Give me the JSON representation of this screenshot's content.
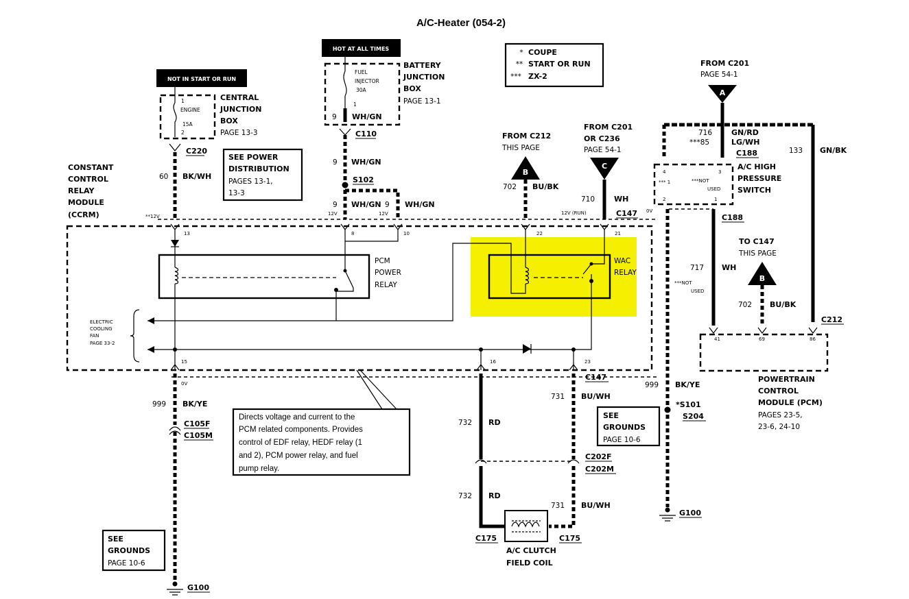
{
  "title": "A/C-Heater (054-2)",
  "legend": {
    "lines": [
      {
        "sym": "*",
        "text": "COUPE"
      },
      {
        "sym": "**",
        "text": "START OR RUN"
      },
      {
        "sym": "***",
        "text": "ZX-2"
      }
    ]
  },
  "power_tags": {
    "not_in_start_or_run": "NOT IN START OR RUN",
    "hot_at_all_times": "HOT AT ALL TIMES"
  },
  "central_junction_box": {
    "label_lines": [
      "CENTRAL",
      "JUNCTION",
      "BOX"
    ],
    "page": "PAGE 13-3",
    "fuse_pin1": "1",
    "fuse_name": "ENGINE",
    "fuse_amp": "15A",
    "fuse_pin2": "2",
    "connector": "C220"
  },
  "battery_junction_box": {
    "label_lines": [
      "BATTERY",
      "JUNCTION",
      "BOX"
    ],
    "page": "PAGE 13-1",
    "fuse_lines": [
      "FUEL",
      "INJECTOR",
      "30A"
    ],
    "fuse_pin": "1",
    "circuit": "9",
    "color": "WH/GN",
    "connector": "C110"
  },
  "see_power_distribution": {
    "title_lines": [
      "SEE POWER",
      "DISTRIBUTION"
    ],
    "pages_lines": [
      "PAGES 13-1,",
      "13-3"
    ]
  },
  "ccrm": {
    "label_lines": [
      "CONSTANT",
      "CONTROL",
      "RELAY",
      "MODULE",
      "(CCRM)"
    ],
    "voltage_left": "**12V",
    "pcm_relay_lines": [
      "PCM",
      "POWER",
      "RELAY"
    ],
    "wac_relay_lines": [
      "WAC",
      "RELAY"
    ],
    "fan_lines": [
      "ELECTRIC",
      "COOLING",
      "FAN",
      "PAGE 33-2"
    ],
    "pins": {
      "p13": "13",
      "p8": "8",
      "p10": "10",
      "p22": "22",
      "p21": "21",
      "p15": "15",
      "p16": "16",
      "p23": "23"
    }
  },
  "wires": {
    "w60": {
      "circuit": "60",
      "color": "BK/WH"
    },
    "w9a": {
      "circuit": "9",
      "color": "WH/GN"
    },
    "s102": "S102",
    "w9b": {
      "circuit": "9",
      "color": "WH/GN"
    },
    "w9c": {
      "circuit": "9",
      "color": "WH/GN"
    },
    "v12a": "12V",
    "v12b": "12V",
    "w702": {
      "circuit": "702",
      "color": "BU/BK"
    },
    "w710": {
      "circuit": "710",
      "color": "WH",
      "voltage": "12V (RUN)"
    },
    "c147_top": "C147",
    "w999": {
      "circuit": "999",
      "color": "BK/YE",
      "voltage": "0V"
    },
    "w732a": {
      "circuit": "732",
      "color": "RD"
    },
    "w731a": {
      "circuit": "731",
      "color": "BU/WH"
    },
    "w732b": {
      "circuit": "732",
      "color": "RD"
    },
    "w731b": {
      "circuit": "731",
      "color": "BU/WH"
    },
    "c147_bottom": "C147",
    "c105f": "C105F",
    "c105m": "C105M",
    "c202f": "C202F",
    "c202m": "C202M",
    "c175a": "C175",
    "c175b": "C175",
    "g100a": "G100",
    "g100b": "G100"
  },
  "from_c212": {
    "lines": [
      "FROM C212",
      "THIS PAGE"
    ],
    "marker": "B"
  },
  "from_c201_c236": {
    "lines": [
      "FROM C201",
      "OR C236",
      "PAGE 54-1"
    ],
    "marker": "C"
  },
  "from_c201": {
    "lines": [
      "FROM C201",
      "PAGE 54-1"
    ],
    "marker": "A"
  },
  "ac_switch": {
    "label_lines": [
      "A/C HIGH",
      "PRESSURE",
      "SWITCH"
    ],
    "connector": "C188",
    "w716": "716",
    "w716_note": "***85",
    "gnrd": "GN/RD",
    "lgwh": "LG/WH",
    "w133": "133",
    "gnbk": "GN/BK",
    "pin4": "4",
    "pin3": "3",
    "pin2": "2",
    "pin1": "1",
    "star1": "*** 1",
    "not_used": "***NOT",
    "used": "USED",
    "v0": "0V"
  },
  "right_side": {
    "c188": "C188",
    "w717": {
      "circuit": "717",
      "color": "WH"
    },
    "not_used_lines": [
      "***NOT",
      "USED"
    ],
    "to_c147_lines": [
      "TO C147",
      "THIS PAGE"
    ],
    "marker": "B",
    "w702": {
      "circuit": "702",
      "color": "BU/BK"
    },
    "c212": "C212",
    "w999": {
      "circuit": "999",
      "color": "BK/YE"
    },
    "s101": "*S101",
    "s204": "S204",
    "pcm_pins": [
      "41",
      "69",
      "86"
    ]
  },
  "pcm": {
    "label_lines": [
      "POWERTRAIN",
      "CONTROL",
      "MODULE (PCM)"
    ],
    "pages_lines": [
      "PAGES 23-5,",
      "23-6, 24-10"
    ]
  },
  "see_grounds_mid": {
    "lines": [
      "SEE",
      "GROUNDS"
    ],
    "page": "PAGE 10-6"
  },
  "see_grounds_left": {
    "lines": [
      "SEE",
      "GROUNDS"
    ],
    "page": "PAGE 10-6"
  },
  "callout_lines": [
    "Directs voltage and current to the",
    "PCM related components.  Provides",
    "control of EDF relay, HEDF relay (1",
    "and 2), PCM power relay, and fuel",
    "pump relay."
  ],
  "clutch": {
    "label_lines": [
      "A/C CLUTCH",
      "FIELD COIL"
    ]
  },
  "colors": {
    "highlight": "#f5f000",
    "ink": "#000000",
    "paper": "#ffffff"
  }
}
